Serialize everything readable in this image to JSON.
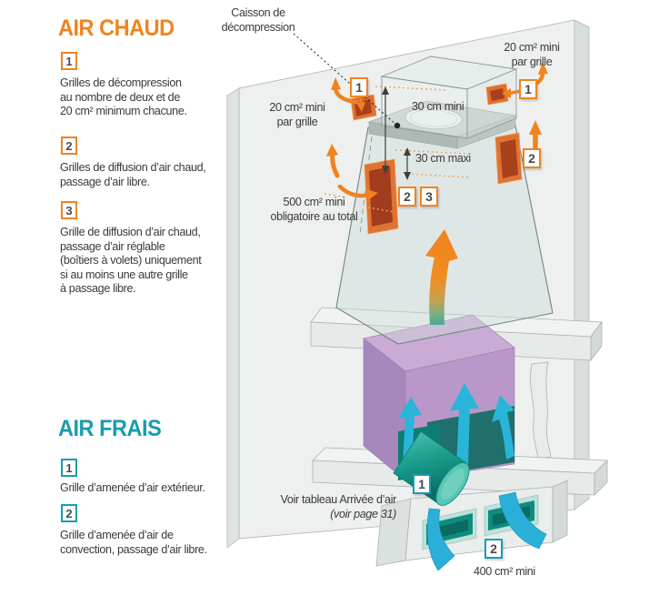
{
  "air_chaud": {
    "title": "AIR CHAUD",
    "items": [
      {
        "num": "1",
        "lines": [
          "Grilles de décompression",
          "au nombre de deux et de",
          "20 cm² minimum chacune."
        ]
      },
      {
        "num": "2",
        "lines": [
          "Grilles de diffusion d’air chaud,",
          "passage d’air libre."
        ]
      },
      {
        "num": "3",
        "lines": [
          "Grille de diffusion d’air chaud,",
          "passage d’air réglable",
          "(boîtiers à volets) uniquement",
          "si au moins une autre grille",
          "à passage libre."
        ]
      }
    ]
  },
  "air_frais": {
    "title": "AIR FRAIS",
    "items": [
      {
        "num": "1",
        "lines": [
          "Grille d’amenée d’air extérieur."
        ]
      },
      {
        "num": "2",
        "lines": [
          "Grille d’amenée d’air de",
          "convection, passage d’air libre."
        ]
      }
    ]
  },
  "diagram": {
    "caisson_label": {
      "lines": [
        "Caisson de",
        "décompression"
      ]
    },
    "grille20_right": {
      "lines": [
        "20 cm² mini",
        "par grille"
      ]
    },
    "grille20_left": {
      "lines": [
        "20 cm² mini",
        "par grille"
      ]
    },
    "dim_30_mini": "30 cm mini",
    "dim_30_maxi": "30 cm maxi",
    "total_500": {
      "lines": [
        "500 cm² mini",
        "obligatoire au total"
      ]
    },
    "voir_tableau": {
      "lines": [
        "Voir tableau Arrivée d’air",
        "(voir page 31)"
      ]
    },
    "min_400": "400 cm² mini",
    "hot_badges": {
      "left1": "1",
      "right1": "1",
      "right2": "2",
      "mid2": "2",
      "mid3": "3"
    },
    "fresh_badges": {
      "inlet": "1",
      "convection": "2"
    }
  },
  "colors": {
    "accent_hot": "#f0831f",
    "accent_fresh": "#189cb0",
    "grille_rust": "#a8401e",
    "firebox_purple": "#b997c9",
    "air_cyan": "#29b5d9",
    "grille_teal": "#0e8c80"
  }
}
